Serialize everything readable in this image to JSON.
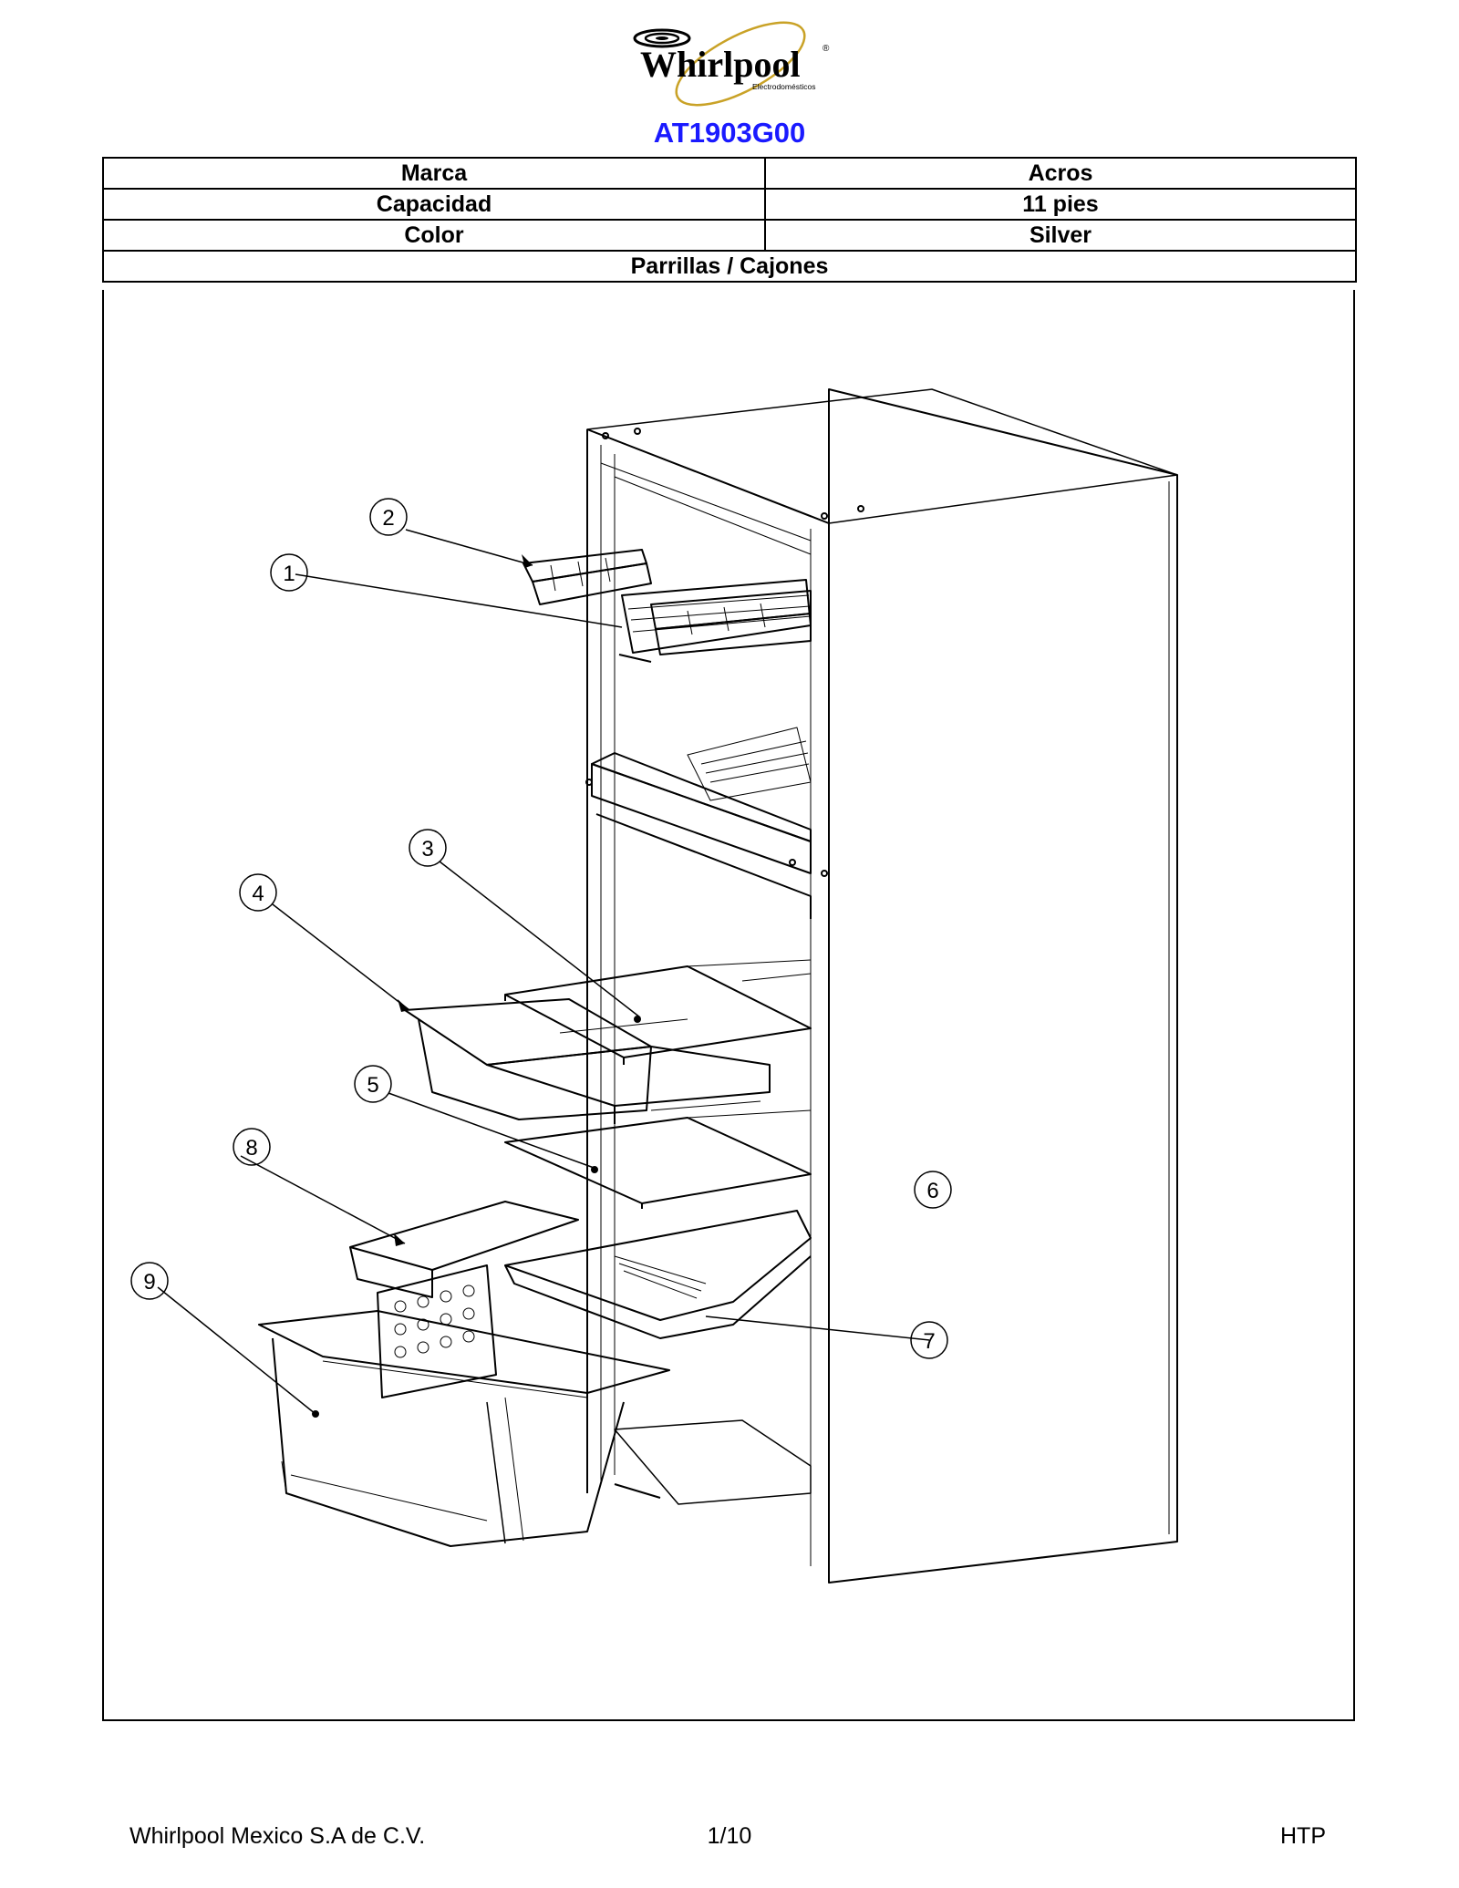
{
  "logo": {
    "brand": "Whirlpool",
    "sub": "Electrodomésticos",
    "reg": "®"
  },
  "model": "AT1903G00",
  "specs": [
    {
      "label": "Marca",
      "value": "Acros"
    },
    {
      "label": "Capacidad",
      "value": "11 pies"
    },
    {
      "label": "Color",
      "value": "Silver"
    }
  ],
  "section_title": "Parrillas / Cajones",
  "callouts": [
    "1",
    "2",
    "3",
    "4",
    "5",
    "6",
    "7",
    "8",
    "9"
  ],
  "footer": {
    "company": "Whirlpool Mexico S.A de C.V.",
    "page": "1/10",
    "code": "HTP"
  }
}
